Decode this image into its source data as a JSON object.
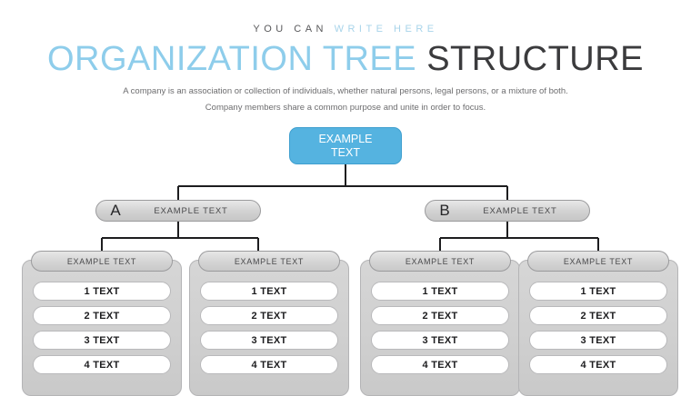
{
  "header": {
    "eyebrow_dark": "YOU CAN",
    "eyebrow_blue": "WRITE HERE",
    "title_blue": "ORGANIZATION TREE",
    "title_dark": "STRUCTURE",
    "subtitle": "A company is an association or collection of individuals, whether natural persons, legal persons, or a mixture of both. Company members share a common purpose and unite in order to focus."
  },
  "colors": {
    "accent_blue": "#55b3e0",
    "title_blue": "#8ecdeb",
    "title_dark": "#3b3b3d",
    "eyebrow_blue": "#a8d4ea",
    "panel_gray": "#cfcfcf",
    "connector": "#1d1d1f"
  },
  "tree": {
    "root": {
      "line1": "EXAMPLE",
      "line2": "TEXT"
    },
    "branches": [
      {
        "letter": "A",
        "label": "EXAMPLE TEXT"
      },
      {
        "letter": "B",
        "label": "EXAMPLE TEXT"
      }
    ],
    "columns": [
      {
        "header": "EXAMPLE TEXT",
        "items": [
          "1 TEXT",
          "2 TEXT",
          "3 TEXT",
          "4 TEXT"
        ]
      },
      {
        "header": "EXAMPLE TEXT",
        "items": [
          "1 TEXT",
          "2 TEXT",
          "3 TEXT",
          "4 TEXT"
        ]
      },
      {
        "header": "EXAMPLE TEXT",
        "items": [
          "1 TEXT",
          "2 TEXT",
          "3 TEXT",
          "4 TEXT"
        ]
      },
      {
        "header": "EXAMPLE TEXT",
        "items": [
          "1 TEXT",
          "2 TEXT",
          "3 TEXT",
          "4 TEXT"
        ]
      }
    ]
  }
}
